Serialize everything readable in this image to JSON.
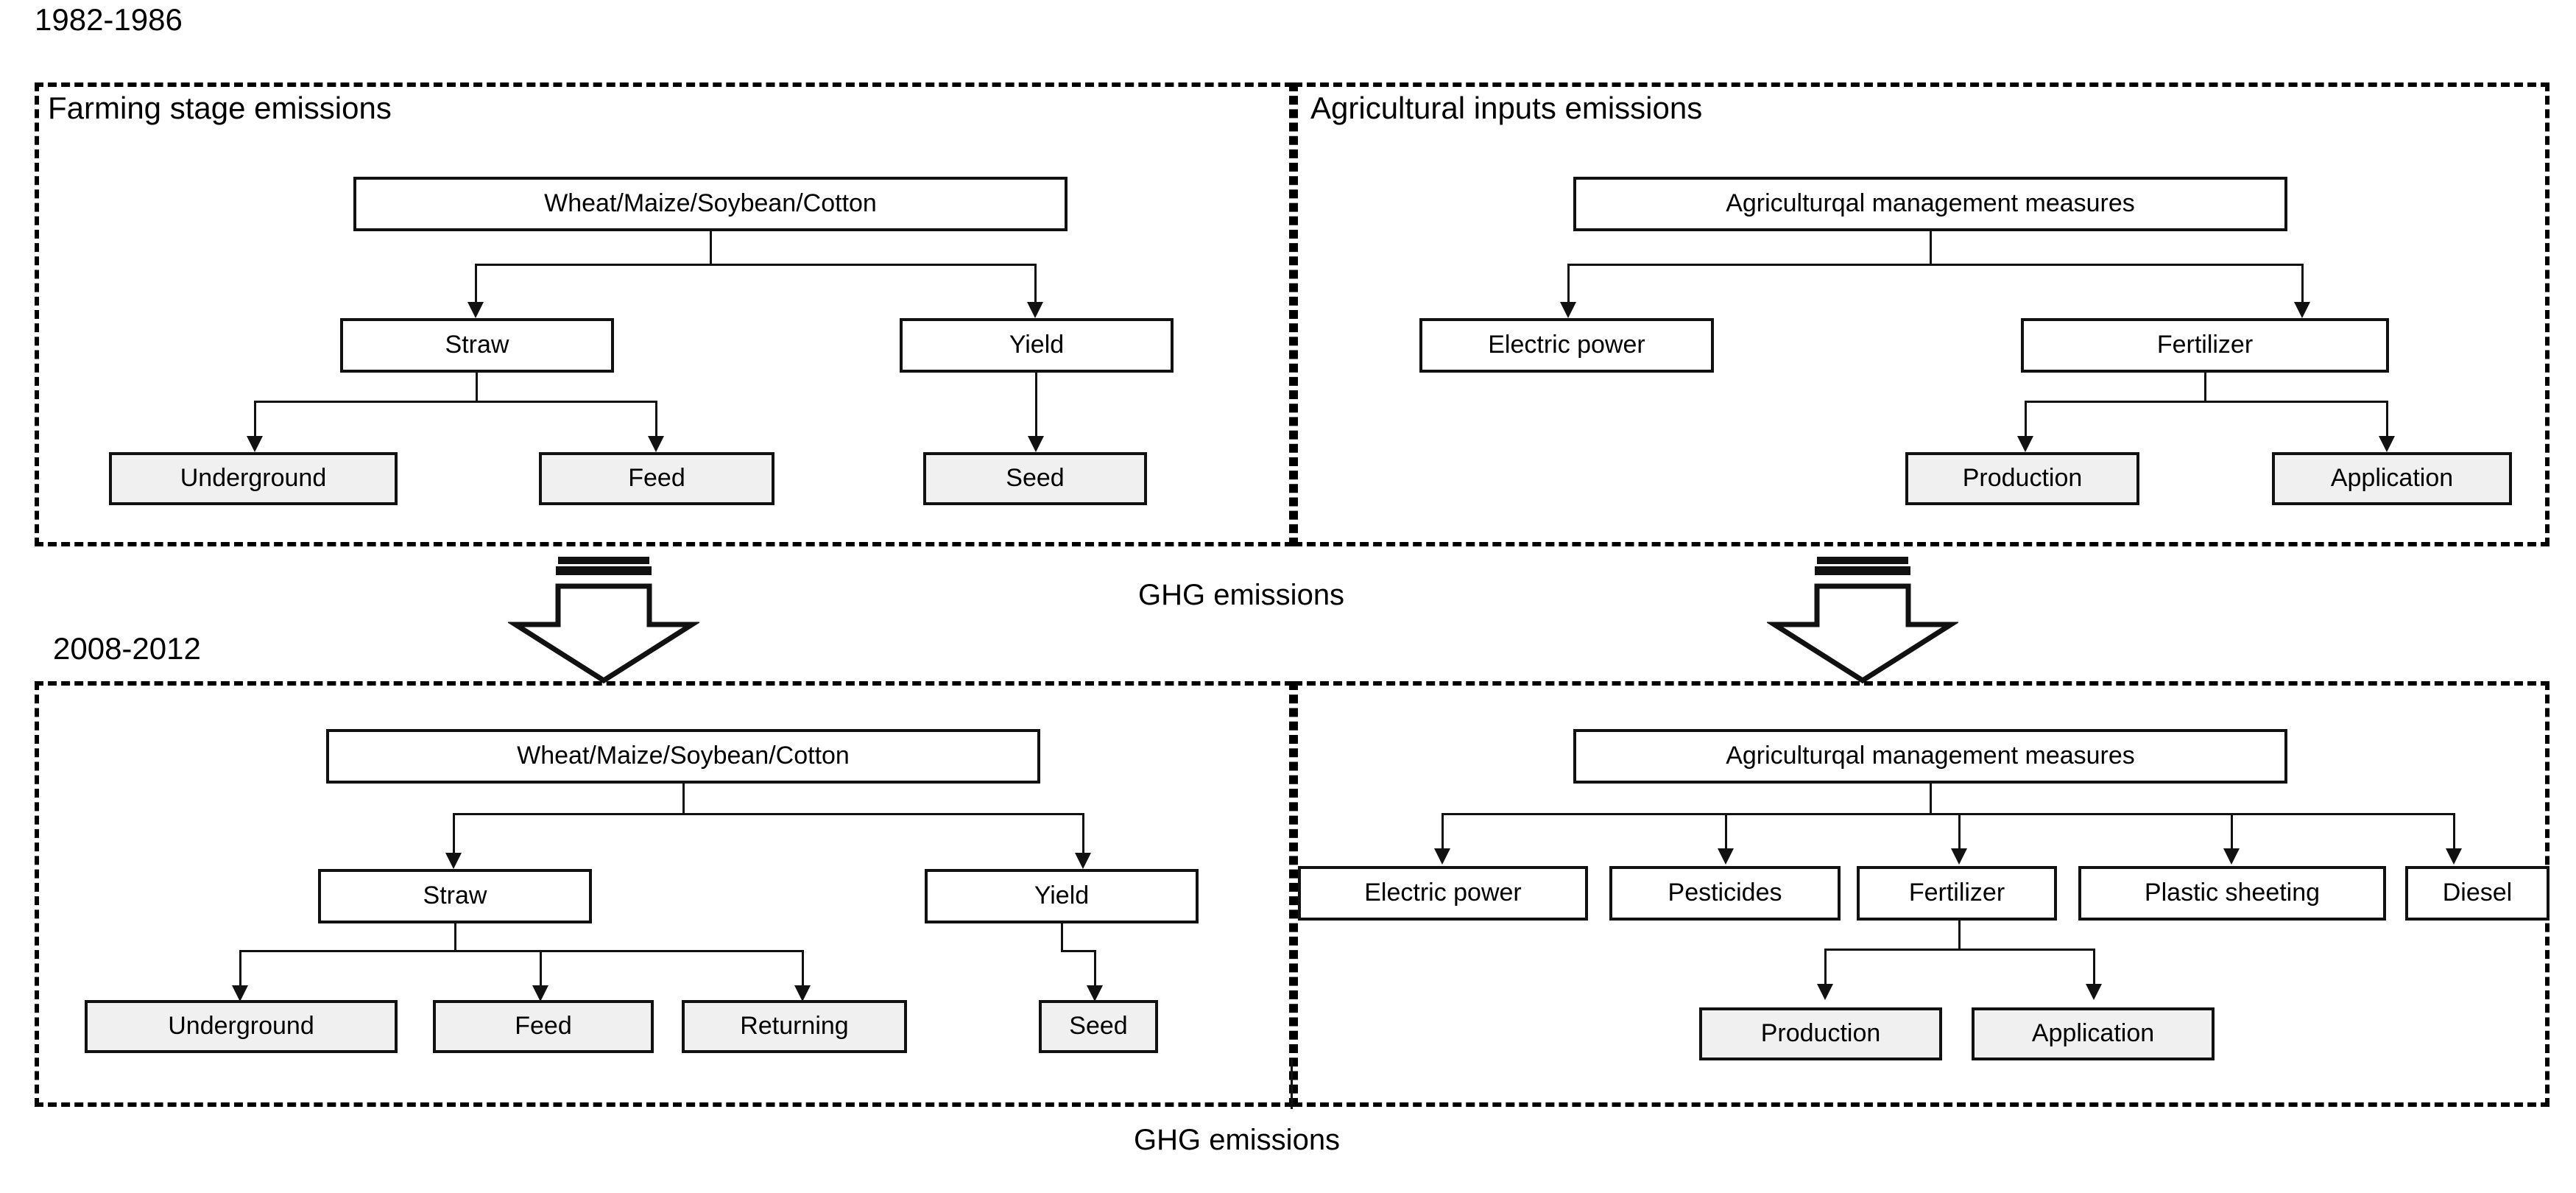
{
  "eras": {
    "top_label": "1982-1986",
    "bottom_label": "2008-2012"
  },
  "panels": {
    "top_left_title": "Farming stage emissions",
    "top_right_title": "Agricultural inputs emissions",
    "bottom_left_title": "",
    "bottom_right_title": ""
  },
  "flow_labels": {
    "middle": "GHG emissions",
    "bottom": "GHG emissions"
  },
  "top_left": {
    "root": "Wheat/Maize/Soybean/Cotton",
    "level2": [
      "Straw",
      "Yield"
    ],
    "level3": [
      "Underground",
      "Feed",
      "Seed"
    ]
  },
  "top_right": {
    "root": "Agriculturqal management measures",
    "level2": [
      "Electric power",
      "Fertilizer"
    ],
    "level3": [
      "Production",
      "Application"
    ]
  },
  "bottom_left": {
    "root": "Wheat/Maize/Soybean/Cotton",
    "level2": [
      "Straw",
      "Yield"
    ],
    "level3": [
      "Underground",
      "Feed",
      "Returning",
      "Seed"
    ]
  },
  "bottom_right": {
    "root": "Agriculturqal management measures",
    "level2": [
      "Electric power",
      "Pesticides",
      "Fertilizer",
      "Plastic sheeting",
      "Diesel"
    ],
    "level3": [
      "Production",
      "Application"
    ]
  },
  "colors": {
    "line": "#111111",
    "shaded_node_fill": "#f0f0f0",
    "node_fill": "#ffffff",
    "panel_border": "#000000"
  }
}
